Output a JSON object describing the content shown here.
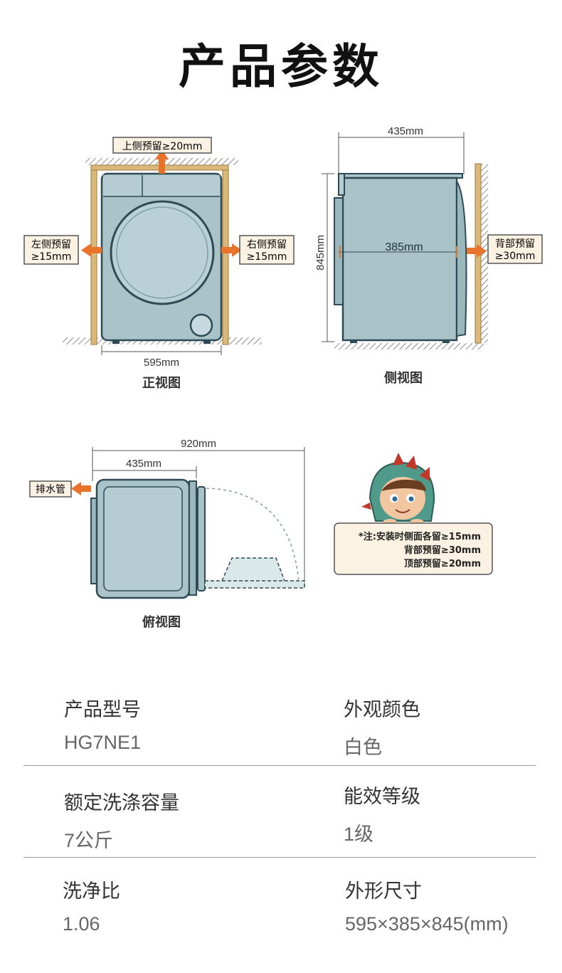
{
  "page_title": "产品参数",
  "front_view": {
    "top_clearance": "上侧预留≥20mm",
    "left_clearance_1": "左侧预留",
    "left_clearance_2": "≥15mm",
    "right_clearance_1": "右侧预留",
    "right_clearance_2": "≥15mm",
    "width": "595mm",
    "caption": "正视图"
  },
  "side_view": {
    "depth_total": "435mm",
    "depth_body": "385mm",
    "height": "845mm",
    "back_clearance_1": "背部预留",
    "back_clearance_2": "≥30mm",
    "caption": "侧视图"
  },
  "top_view": {
    "door_open_depth": "920mm",
    "depth": "435mm",
    "drain_label": "排水管",
    "caption": "俯视图"
  },
  "note": {
    "line1": "*注:安装时侧面各留≥15mm",
    "line2": "背部预留≥30mm",
    "line3": "顶部预留≥20mm"
  },
  "specs": [
    {
      "key": "产品型号",
      "value": "HG7NE1"
    },
    {
      "key": "外观颜色",
      "value": "白色"
    },
    {
      "key": "额定洗涤容量",
      "value": "7公斤"
    },
    {
      "key": "能效等级",
      "value": "1级"
    },
    {
      "key": "洗净比",
      "value": "1.06"
    },
    {
      "key": "外形尺寸",
      "value": "595×385×845(mm)"
    }
  ],
  "colors": {
    "machine_fill": "#a9c3c9",
    "machine_stroke": "#2d4a55",
    "wall": "#c9a468",
    "arrow": "#e8732a",
    "label_bg": "#fbf2e4"
  }
}
